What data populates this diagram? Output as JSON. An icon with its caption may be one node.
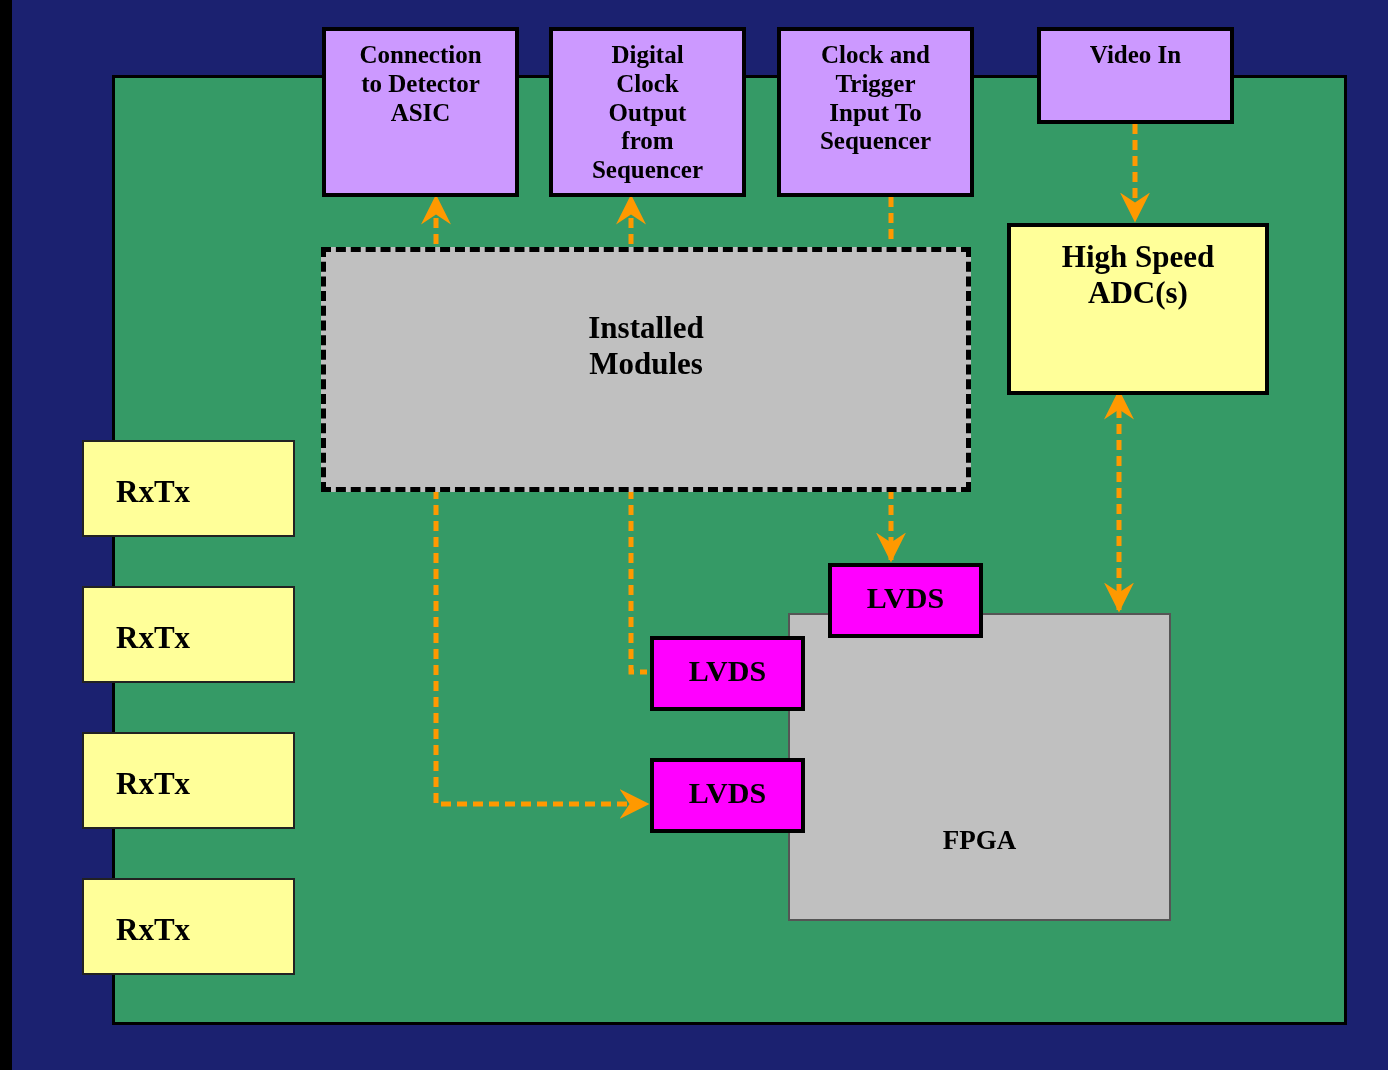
{
  "diagram": {
    "nodes": [
      {
        "text": [],
        "shape": "box"
      },
      {
        "text": [
          "Connection to Detector ASIC"
        ]
      },
      {
        "text": [
          "Digital Clock Output from Sequencer"
        ]
      },
      {
        "text": [
          "Clock and Trigger Input To Sequencer"
        ]
      },
      {
        "text": [
          "Video In"
        ]
      },
      {
        "text": [
          "Installed Modules"
        ],
        "in": 0
      },
      {
        "text": [
          "High Speed ADC(s)"
        ],
        "in": 0
      },
      {
        "text": [
          "RxTx"
        ]
      },
      {
        "text": [
          "RxTx"
        ]
      },
      {
        "text": [
          "RxTx"
        ]
      },
      {
        "text": [
          "RxTx"
        ]
      },
      {
        "text": [
          "FPGA"
        ],
        "in": 0
      },
      {
        "text": [
          "LVDS"
        ],
        "in": 0
      },
      {
        "text": [
          "LVDS"
        ],
        "in": 0
      },
      {
        "text": [
          "LVDS"
        ],
        "in": 0
      }
    ],
    "edges": [
      {
        "from": 5,
        "to": 1,
        "arrow": "to",
        "style": "dashed"
      },
      {
        "from": 5,
        "to": 2,
        "arrow": "to",
        "style": "dashed"
      },
      {
        "from": 3,
        "to": 5,
        "arrow": "none",
        "style": "dashed"
      },
      {
        "from": 5,
        "to": 12,
        "arrow": "to",
        "style": "dashed"
      },
      {
        "from": 4,
        "to": 6,
        "arrow": "to",
        "style": "dashed"
      },
      {
        "from": 6,
        "to": 11,
        "arrow": "both",
        "style": "dashed"
      },
      {
        "from": 5,
        "to": 13,
        "arrow": "none",
        "style": "dashed"
      },
      {
        "from": 5,
        "to": 14,
        "arrow": "to",
        "style": "dashed"
      }
    ]
  }
}
